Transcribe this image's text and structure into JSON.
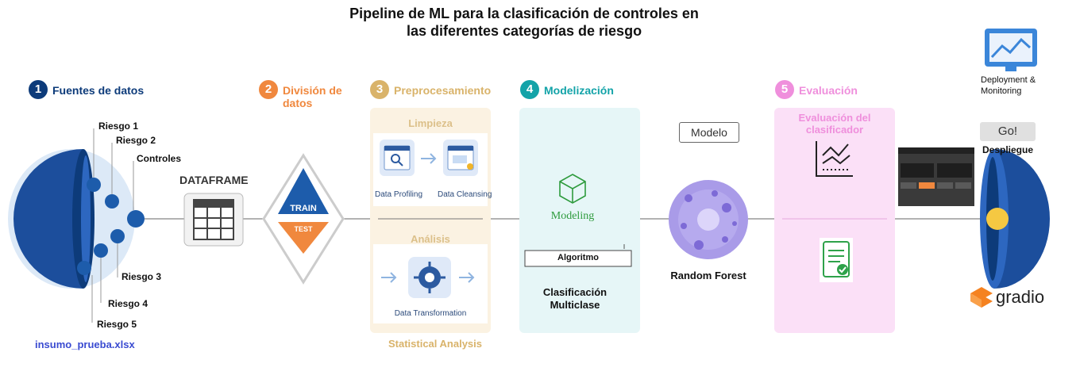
{
  "title_line1": "Pipeline de ML para la clasificación de controles en",
  "title_line2": "las diferentes categorías de riesgo",
  "steps": [
    {
      "num": "1",
      "label": "Fuentes de datos",
      "color": "#0d3b7a"
    },
    {
      "num": "2",
      "label_line1": "División de",
      "label_line2": "datos",
      "color": "#f0883e"
    },
    {
      "num": "3",
      "label": "Preprocesamiento",
      "color": "#d9b36a"
    },
    {
      "num": "4",
      "label": "Modelización",
      "color": "#13a3a8"
    },
    {
      "num": "5",
      "label": "Evaluación",
      "color": "#ef8fdc"
    }
  ],
  "sources": {
    "riesgo1": "Riesgo 1",
    "riesgo2": "Riesgo 2",
    "controles": "Controles",
    "riesgo3": "Riesgo 3",
    "riesgo4": "Riesgo 4",
    "riesgo5": "Riesgo 5",
    "file": "insumo_prueba.xlsx"
  },
  "dataframe_label": "DATAFRAME",
  "split": {
    "train": "TRAIN",
    "test": "TEST"
  },
  "preprocessing": {
    "cleaning_title": "Limpieza",
    "profiling": "Data Profiling",
    "cleansing": "Data Cleansing",
    "analysis_title": "Análisis",
    "transformation": "Data Transformation",
    "footer": "Statistical Analysis"
  },
  "modeling": {
    "modeling_label": "Modeling",
    "algorithm_label": "Algoritmo",
    "classification_line1": "Clasificación",
    "classification_line2": "Multiclase"
  },
  "model_box": "Modelo",
  "random_forest": "Random Forest",
  "evaluation": {
    "title_line1": "Evaluación del",
    "title_line2": "clasificador"
  },
  "deployment": {
    "line1": "Deployment &",
    "line2": "Monitoring",
    "go": "Go!",
    "despliegue": "Despliegue",
    "gradio": "gradio"
  },
  "colors": {
    "navy": "#0d3b7a",
    "blue": "#1d5cab",
    "orange": "#f0883e",
    "gold": "#d9b36a",
    "teal": "#13a3a8",
    "pink": "#ef8fdc",
    "purple": "#a99be8"
  }
}
